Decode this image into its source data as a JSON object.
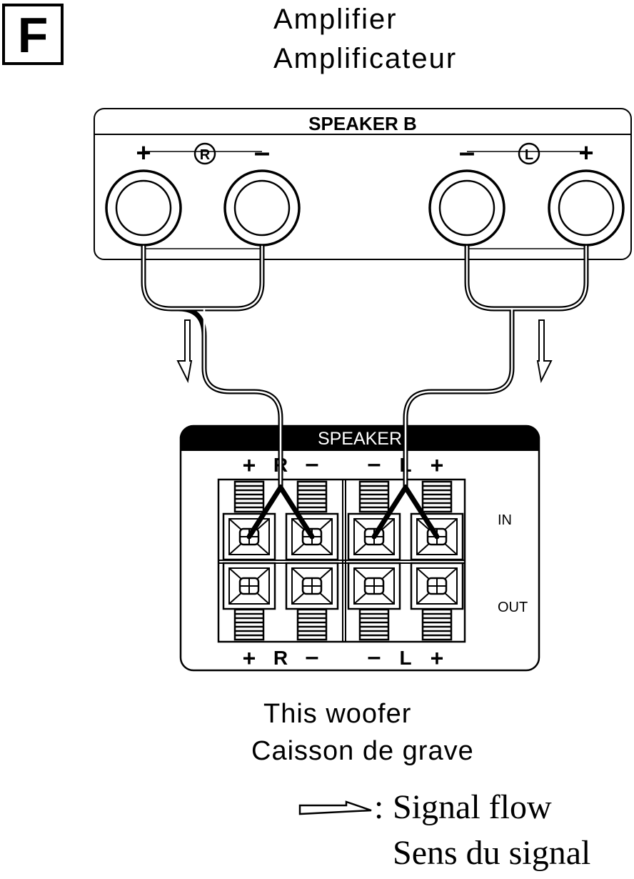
{
  "figure_letter": "F",
  "amplifier": {
    "title_en": "Amplifier",
    "title_fr": "Amplificateur",
    "panel_label": "SPEAKER B",
    "right_channel": {
      "plus": "+",
      "badge": "R",
      "minus": "–"
    },
    "left_channel": {
      "minus": "–",
      "badge": "L",
      "plus": "+"
    }
  },
  "woofer": {
    "panel_label": "SPEAKER",
    "top_labels": {
      "r_plus": "+",
      "r": "R",
      "r_minus": "–",
      "l_minus": "–",
      "l": "L",
      "l_plus": "+"
    },
    "bottom_labels": {
      "r_plus": "+",
      "r": "R",
      "r_minus": "–",
      "l_minus": "–",
      "l": "L",
      "l_plus": "+"
    },
    "in_label": "IN",
    "out_label": "OUT",
    "title_en": "This woofer",
    "title_fr": "Caisson de grave"
  },
  "legend": {
    "separator": ":",
    "signal_en": "Signal flow",
    "signal_fr": "Sens du signal"
  }
}
